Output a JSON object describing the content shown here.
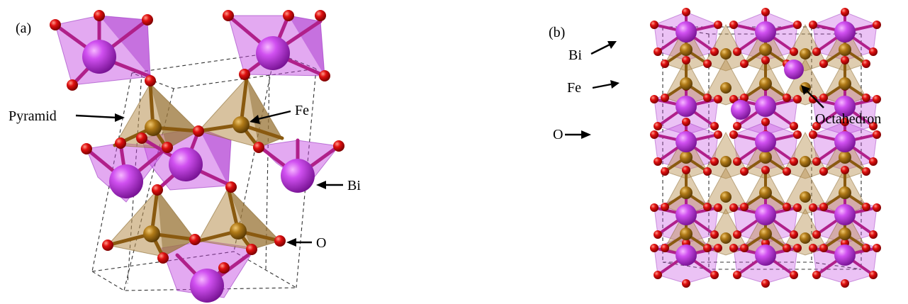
{
  "panels": {
    "a": {
      "label": "(a)",
      "annotations": {
        "pyramid": "Pyramid",
        "fe": "Fe",
        "bi": "Bi",
        "o": "O"
      }
    },
    "b": {
      "label": "(b)",
      "annotations": {
        "bi": "Bi",
        "fe": "Fe",
        "o": "O",
        "octahedron": "Octahedron"
      }
    }
  },
  "colors": {
    "bismuth": "#b52ee0",
    "iron": "#a87414",
    "oxygen": "#e01515",
    "octahedron": "#c040e0",
    "pyramid": "#b89050"
  }
}
